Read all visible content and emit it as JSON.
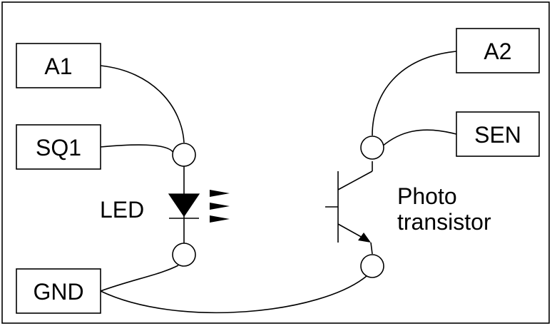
{
  "pins": {
    "a1": "A1",
    "sq1": "SQ1",
    "gnd": "GND",
    "a2": "A2",
    "sen": "SEN"
  },
  "components": {
    "led_label": "LED",
    "photo_label_line1": "Photo",
    "photo_label_line2": "transistor"
  },
  "colors": {
    "line": "#000000",
    "background": "#ffffff"
  }
}
